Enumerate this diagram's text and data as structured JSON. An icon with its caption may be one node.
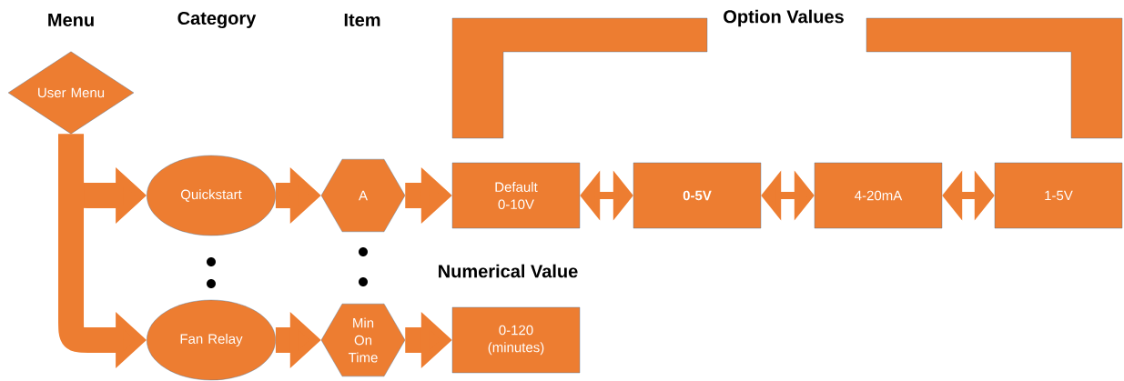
{
  "diagram": {
    "nodes": [
      {
        "text": [
          "User Menu"
        ]
      },
      {
        "text": [
          "Quickstart"
        ]
      },
      {
        "text": [
          "A"
        ]
      },
      {
        "text": [
          "Default 0-10V"
        ]
      },
      {
        "text": [
          "0-5V"
        ]
      },
      {
        "text": [
          "4-20mA"
        ]
      },
      {
        "text": [
          "1-5V"
        ]
      },
      {
        "text": [
          "Fan Relay"
        ]
      },
      {
        "text": [
          "Min On Time"
        ]
      },
      {
        "text": [
          "0-120 (minutes)"
        ]
      }
    ],
    "edges": [
      {
        "from": 0,
        "to": 1,
        "arrow": "to"
      },
      {
        "from": 0,
        "to": 7,
        "arrow": "to"
      },
      {
        "from": 1,
        "to": 2,
        "arrow": "to"
      },
      {
        "from": 2,
        "to": 3,
        "arrow": "to"
      },
      {
        "from": 3,
        "to": 4,
        "arrow": "both"
      },
      {
        "from": 4,
        "to": 5,
        "arrow": "both"
      },
      {
        "from": 5,
        "to": 6,
        "arrow": "both"
      },
      {
        "from": 7,
        "to": 8,
        "arrow": "to"
      },
      {
        "from": 8,
        "to": 9,
        "arrow": "to"
      }
    ],
    "labels": [
      "Menu",
      "Category",
      "Item",
      "Option Values",
      "Numerical Value"
    ]
  }
}
